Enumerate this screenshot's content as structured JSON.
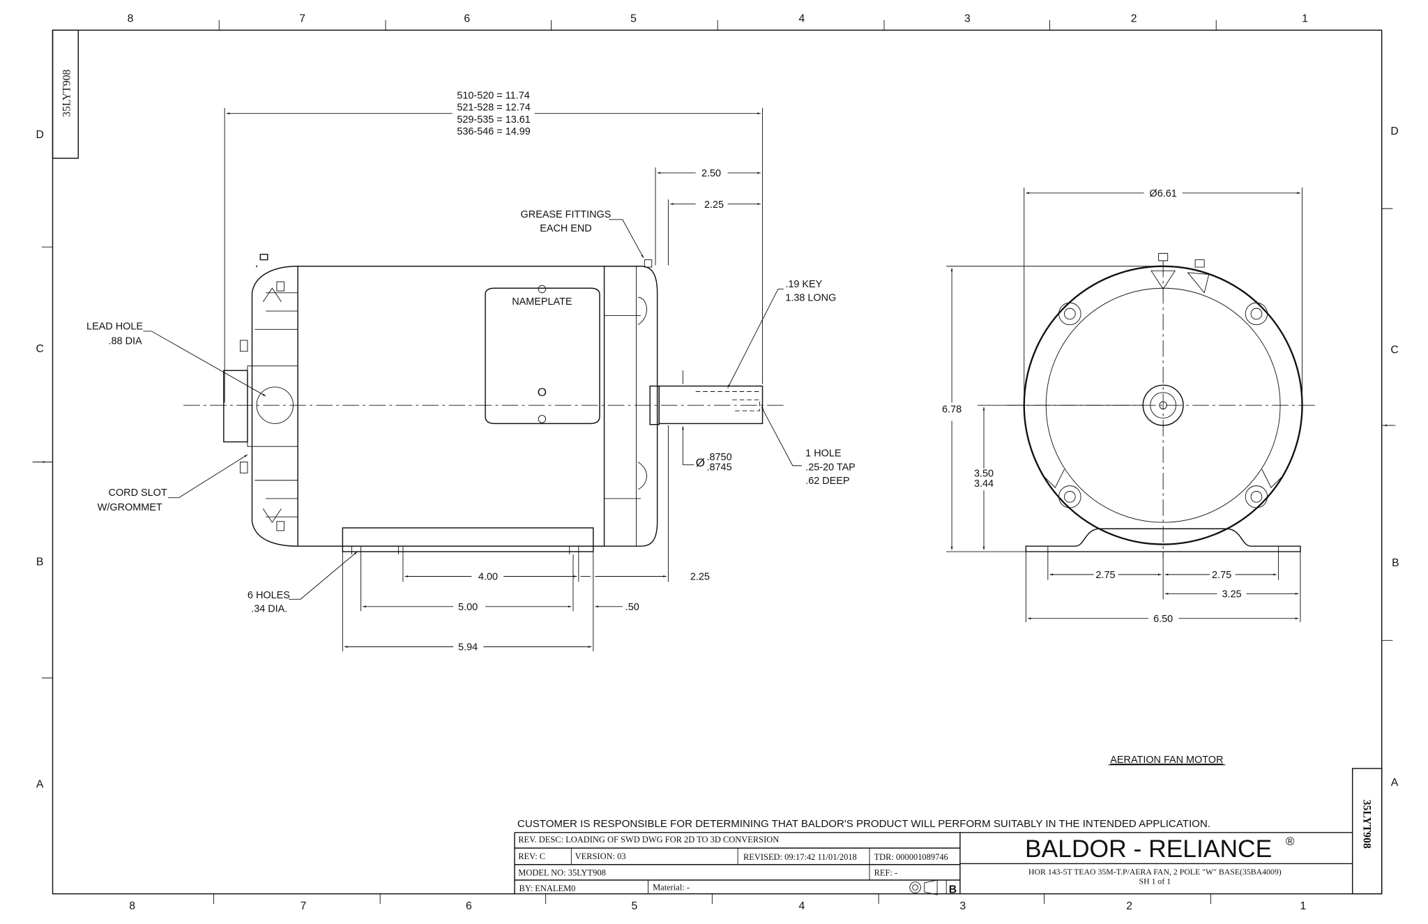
{
  "drawing_number": "35LYT908",
  "zones": {
    "columns": [
      "8",
      "7",
      "6",
      "5",
      "4",
      "3",
      "2",
      "1"
    ],
    "rows": [
      "D",
      "C",
      "B",
      "A"
    ]
  },
  "side_view": {
    "overall_length_lines": [
      "510-520 = 11.74",
      "521-528 = 12.74",
      "529-535 = 13.61",
      "536-546 = 14.99"
    ],
    "dim_2_50": "2.50",
    "dim_2_25_top": "2.25",
    "grease_label": [
      "GREASE FITTINGS",
      "EACH END"
    ],
    "key_label": [
      ".19 KEY",
      "1.38 LONG"
    ],
    "nameplate_label": "NAMEPLATE",
    "nameplate_mark": "O",
    "lead_hole_label": [
      "LEAD HOLE",
      ".88 DIA"
    ],
    "cord_slot_label": [
      "CORD SLOT",
      "W/GROMMET"
    ],
    "shaft_dia": [
      ".8750",
      ".8745"
    ],
    "diameter_symbol": "Ø",
    "tap_label": [
      "1 HOLE",
      ".25-20 TAP",
      ".62 DEEP"
    ],
    "holes_label": [
      "6 HOLES",
      ".34 DIA."
    ],
    "dim_4_00": "4.00",
    "dim_2_25_bottom": "2.25",
    "dim_5_00": "5.00",
    "dim_0_50": ".50",
    "dim_5_94": "5.94"
  },
  "front_view": {
    "dia": "Ø6.61",
    "height": "6.78",
    "shaft_height": [
      "3.50",
      "3.44"
    ],
    "dim_2_75_left": "2.75",
    "dim_2_75_right": "2.75",
    "dim_3_25": "3.25",
    "dim_6_50": "6.50"
  },
  "caption": "AERATION FAN MOTOR",
  "title_block": {
    "disclaimer": "CUSTOMER IS RESPONSIBLE FOR DETERMINING THAT BALDOR'S PRODUCT WILL PERFORM SUITABLY IN THE INTENDED APPLICATION.",
    "rev_desc": "REV. DESC: LOADING OF SWD DWG FOR 2D TO 3D CONVERSION",
    "rev": "REV:  C",
    "version": "VERSION:  03",
    "revised": "REVISED:  09:17:42 11/01/2018",
    "tdr": "TDR: 000001089746",
    "model_no": "MODEL NO:  35LYT908",
    "ref": "REF:  -",
    "by": "BY: ENALEM0",
    "material": "Material:  -",
    "size": "B",
    "company": "BALDOR - RELIANCE",
    "registered": "®",
    "description": "HOR 143-5T TEAO 35M-T.P/AERA FAN, 2 POLE \"W\" BASE(35BA4009)",
    "sheet": "SH 1 of 1"
  }
}
